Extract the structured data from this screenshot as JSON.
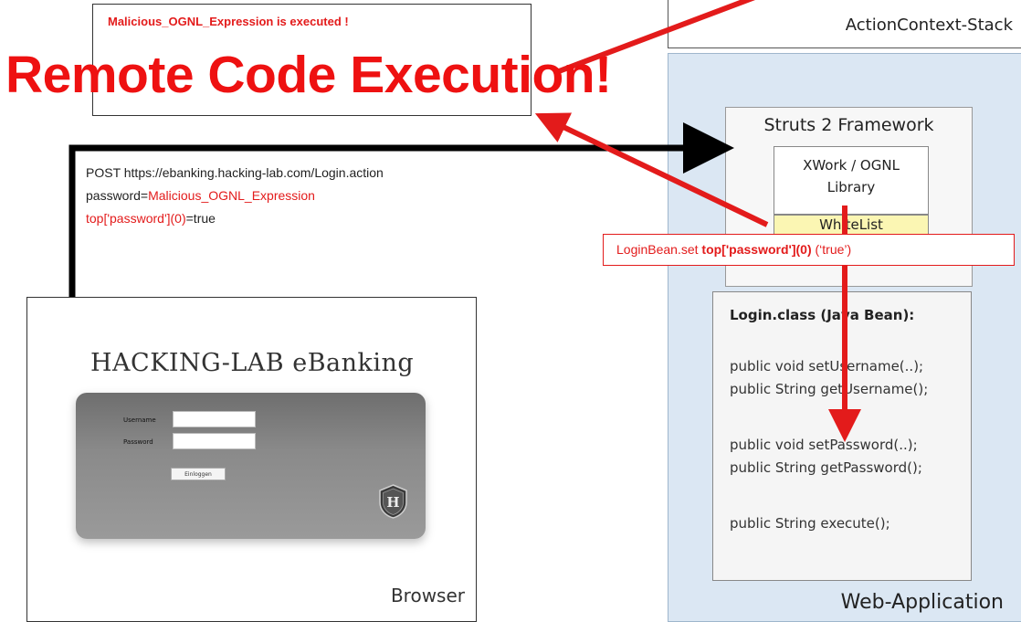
{
  "message": {
    "text": "Malicious_OGNL_Expression is executed !"
  },
  "headline": "Remote Code Execution!",
  "action_context": {
    "label": "ActionContext-Stack"
  },
  "web_app": {
    "label": "Web-Application",
    "struts": {
      "label": "Struts 2 Framework"
    },
    "xwork": {
      "label": "XWork / OGNL\nLibrary"
    },
    "whitelist": {
      "label": "WhiteList"
    },
    "login_bean": {
      "title": "Login.class (Java Bean):",
      "lines": [
        "public void setUsername(..);",
        "public String getUsername();",
        "public void setPassword(..);",
        "public String getPassword();",
        "public String execute();"
      ]
    }
  },
  "callout": {
    "prefix": "LoginBean.set ",
    "bold": "top['password'](0)",
    "suffix": " (‘true’)"
  },
  "request": {
    "line1": "POST https://ebanking.hacking-lab.com/Login.action",
    "line2_prefix": " password=",
    "line2_value": "Malicious_OGNL_Expression",
    "line3_red": " top['password'](0)",
    "line3_rest": "=true"
  },
  "browser": {
    "label": "Browser",
    "title": "HACKING-LAB eBanking",
    "username_label": "Username",
    "password_label": "Password",
    "button_label": "Einloggen",
    "logo_letter": "H"
  },
  "colors": {
    "red": "#e31b1b",
    "webapp_bg": "#dbe7f3",
    "whitelist_bg": "#fbf6b3"
  }
}
